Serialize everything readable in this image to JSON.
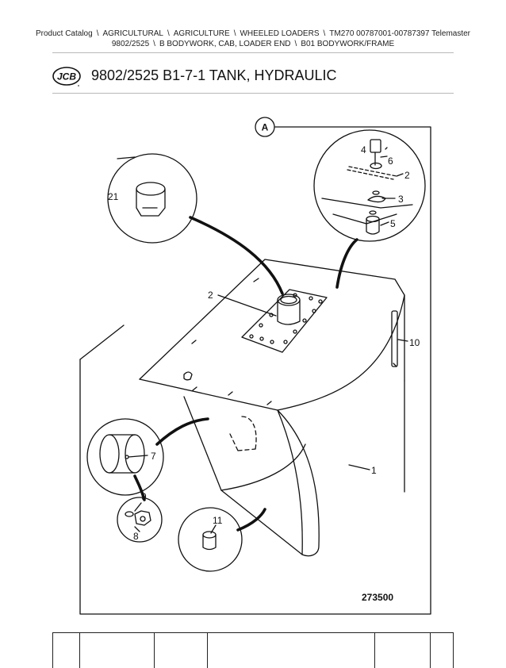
{
  "breadcrumb": {
    "line1": [
      "Product Catalog",
      "AGRICULTURAL",
      "AGRICULTURE",
      "WHEELED LOADERS",
      "TM270 00787001-00787397 Telemaster"
    ],
    "line2": [
      "9802/2525",
      "B BODYWORK, CAB, LOADER END",
      "B01 BODYWORK/FRAME"
    ],
    "separator": "\\"
  },
  "brand": {
    "logo_text": "JCB",
    "logo_color": "#111111"
  },
  "page": {
    "title": "9802/2525 B1-7-1 TANK, HYDRAULIC"
  },
  "diagram": {
    "view_label": "A",
    "callouts": {
      "c1": "1",
      "c2a": "2",
      "c2b": "2",
      "c3": "3",
      "c4": "4",
      "c5": "5",
      "c6": "6",
      "c7": "7",
      "c8": "8",
      "c9": "9",
      "c10": "10",
      "c11": "11",
      "c21": "21"
    },
    "figure_number": "273500"
  }
}
